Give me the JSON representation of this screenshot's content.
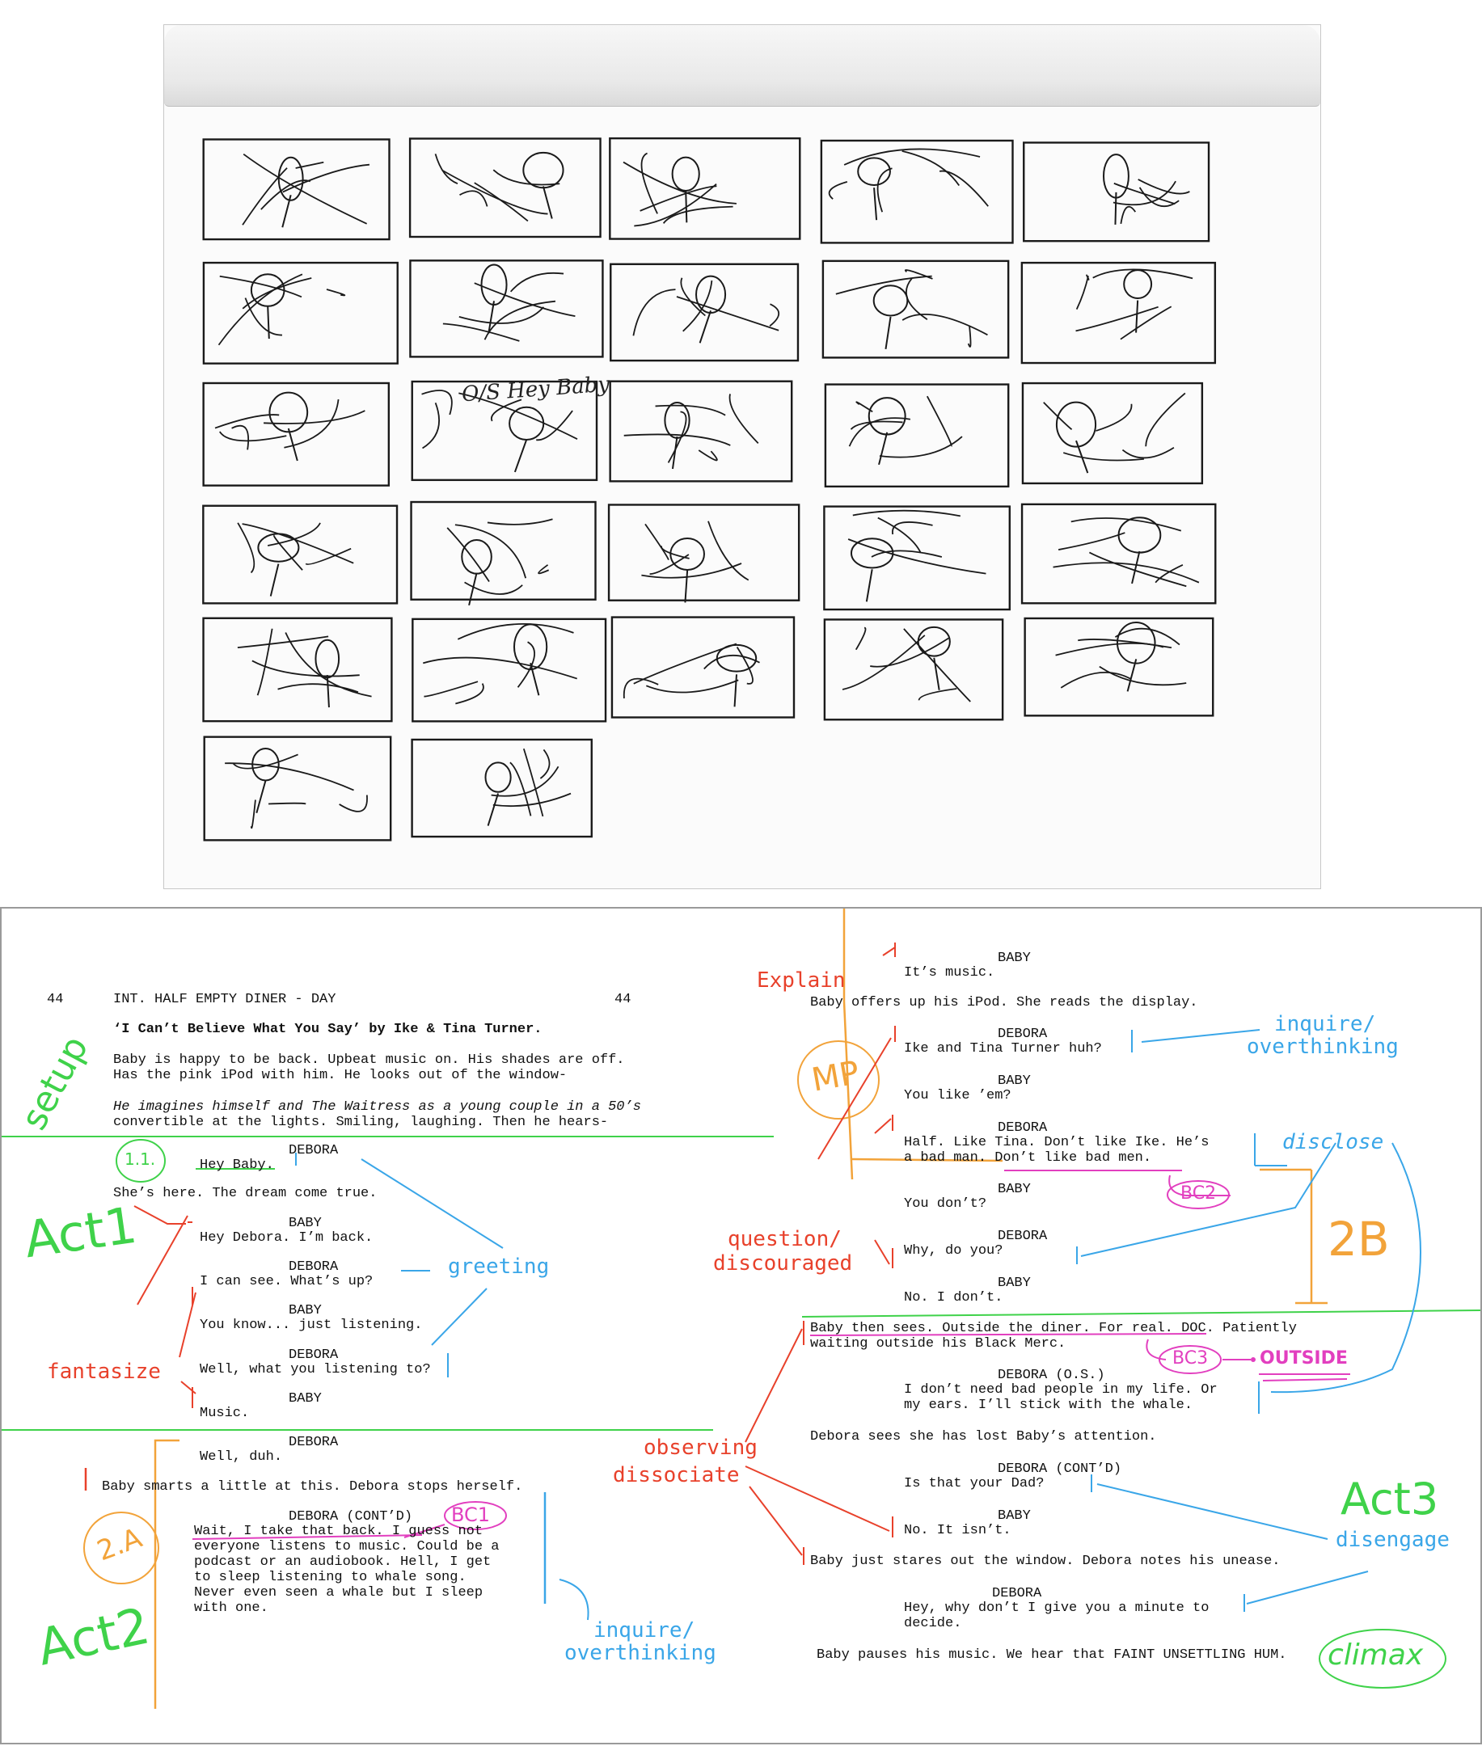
{
  "sketchbook": {
    "panel_caption": "O/S Hey Baby"
  },
  "script": {
    "scene_number_left": "44",
    "scene_heading": "INT. HALF EMPTY DINER - DAY",
    "scene_number_right": "44",
    "song": "‘I Can’t Believe What You Say’ by Ike & Tina Turner.",
    "left_column": [
      "Baby is happy to be back. Upbeat music on. His shades are off.",
      "Has the pink iPod with him. He looks out of the window-",
      "He imagines himself and The Waitress as a young couple in a 50’s",
      "convertible at the lights. Smiling, laughing. Then he hears-",
      "DEBORA",
      "Hey Baby.",
      "She’s here. The dream come true.",
      "BABY",
      "Hey Debora. I’m back.",
      "DEBORA",
      "I can see. What’s up?",
      "BABY",
      "You know... just listening.",
      "DEBORA",
      "Well, what you listening to?",
      "BABY",
      "Music.",
      "DEBORA",
      "Well, duh.",
      "Baby smarts a little at this. Debora stops herself.",
      "DEBORA (CONT’D)",
      "Wait, I take that back. I guess not",
      "everyone listens to music. Could be a",
      "podcast or an audiobook. Hell, I get",
      "to sleep listening to whale song.",
      "Never even seen a whale but I sleep",
      "with one."
    ],
    "right_column": [
      "BABY",
      "It’s music.",
      "Baby offers up his iPod. She reads the display.",
      "DEBORA",
      "Ike and Tina Turner huh?",
      "BABY",
      "You like ’em?",
      "DEBORA",
      "Half. Like Tina. Don’t like Ike. He’s",
      "a bad man. Don’t like bad men.",
      "BABY",
      "You don’t?",
      "DEBORA",
      "Why, do you?",
      "BABY",
      "No. I don’t.",
      "Baby then sees. Outside the diner. For real. DOC. Patiently",
      "waiting outside his Black Merc.",
      "DEBORA (O.S.)",
      "I don’t need bad people in my life. Or",
      "my ears. I’ll stick with the whale.",
      "Debora sees she has lost Baby’s attention.",
      "DEBORA (CONT’D)",
      "Is that your Dad?",
      "BABY",
      "No. It isn’t.",
      "Baby just stares out the window. Debora notes his unease.",
      "DEBORA",
      "Hey, why don’t I give you a minute to",
      "decide.",
      "Baby pauses his music. We hear that FAINT UNSETTLING HUM."
    ]
  },
  "annotations": {
    "setup": "setup",
    "act1": "Act1",
    "beat_1_1": "1.1.",
    "greeting": "greeting",
    "fantasize": "fantasize",
    "act2": "Act2",
    "beat_2a": "2.A",
    "bc1": "BC1",
    "inquire_left": [
      "inquire/",
      "overthinking"
    ],
    "observing": [
      "observing",
      "dissociate"
    ],
    "explain": "Explain",
    "mp": "MP",
    "inquire_right": [
      "inquire/",
      "overthinking"
    ],
    "disclose": "disclose",
    "bc2": "BC2",
    "beat_2b": "2B",
    "question": [
      "question/",
      "discouraged"
    ],
    "bc3": "BC3",
    "outside": "OUTSIDE",
    "act3": "Act3",
    "disengage": "disengage",
    "climax": "climax"
  },
  "colors": {
    "red": "#e8412b",
    "blue": "#3aa6e8",
    "green": "#3fd24a",
    "orange": "#f2a33a",
    "magenta": "#e23fbf"
  }
}
